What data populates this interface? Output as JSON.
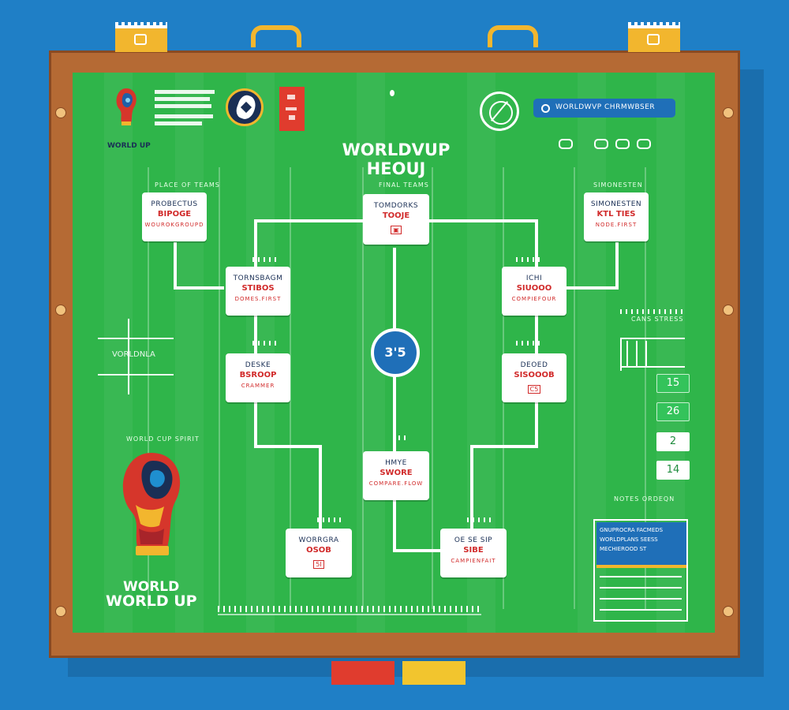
{
  "colors": {
    "background": "#1f7fc6",
    "board": "#2fb54a",
    "frame": "#b56a34",
    "accent_red": "#d12a2a",
    "accent_blue": "#1f6fb8",
    "pin_yellow": "#f2b62e"
  },
  "header": {
    "logo_caption": "WORLD UP",
    "heading_lines": [
      "WORLDVUP",
      "HEOUJ"
    ],
    "search_label": "WORLDWVP CHRMWBSER",
    "badge_icon": "globe-icon",
    "ball_icon": "soccer-ball-icon",
    "flag_icon": "flag-icon"
  },
  "left_column": {
    "top_label": "PLACE OF TEAMS",
    "card": {
      "line1": "PROBECTUS",
      "line2": "BIPOGE",
      "line3": "WOUROKGROUPD"
    },
    "side_label": "VORLDNLA",
    "lower_label": "WORLD CUP SPIRIT",
    "logo_caption_lines": [
      "WORLD",
      "WORLD UP"
    ]
  },
  "bracket": {
    "center_top_label": "FINAL TEAMS",
    "center_top": {
      "line1": "TOMDORKS",
      "line2": "TOOJE",
      "icon": "trophy-icon"
    },
    "center_circle": "3'5",
    "center_bottom": {
      "line1": "HMYE",
      "line2": "SWORE",
      "line3": "COMPARE.FLOW"
    },
    "left_mid_top": {
      "line1": "TORNSBAGM",
      "line2": "STIBOS",
      "line3": "DOMES.FIRST"
    },
    "left_mid_bottom": {
      "line1": "DESKE",
      "line2": "BSROOP",
      "line3": "CRAMMER"
    },
    "left_bottom": {
      "line1": "WORRGRA",
      "line2": "OSOB",
      "box": "5I"
    },
    "right_mid_top": {
      "line1": "ICHI",
      "line2": "SIUOOO",
      "line3": "COMPIEFOUR"
    },
    "right_mid_bottom": {
      "line1": "DEOED",
      "line2": "SISOOOB",
      "box": "C5"
    },
    "right_bottom": {
      "line1": "OE SE SIP",
      "line2": "SIBE",
      "line3": "CAMPIENFAIT"
    }
  },
  "right_column": {
    "top_label": "SIMONESTEN",
    "card": {
      "line1": "SIMONESTEN",
      "line2": "KTL TIES",
      "line3": "NODE.FIRST"
    },
    "stats_label": "CANS STRESS",
    "scores": [
      "15",
      "26",
      "2",
      "14"
    ],
    "panel_label": "NOTES ORDEQN",
    "panel_header_lines": [
      "GNUPROCRA FACMEDS",
      "WORLDPLANS SEESS",
      "MECHIEROOD ST"
    ]
  },
  "footer": {
    "tab_colors": [
      "#e03c2e",
      "#f2c52e"
    ]
  }
}
